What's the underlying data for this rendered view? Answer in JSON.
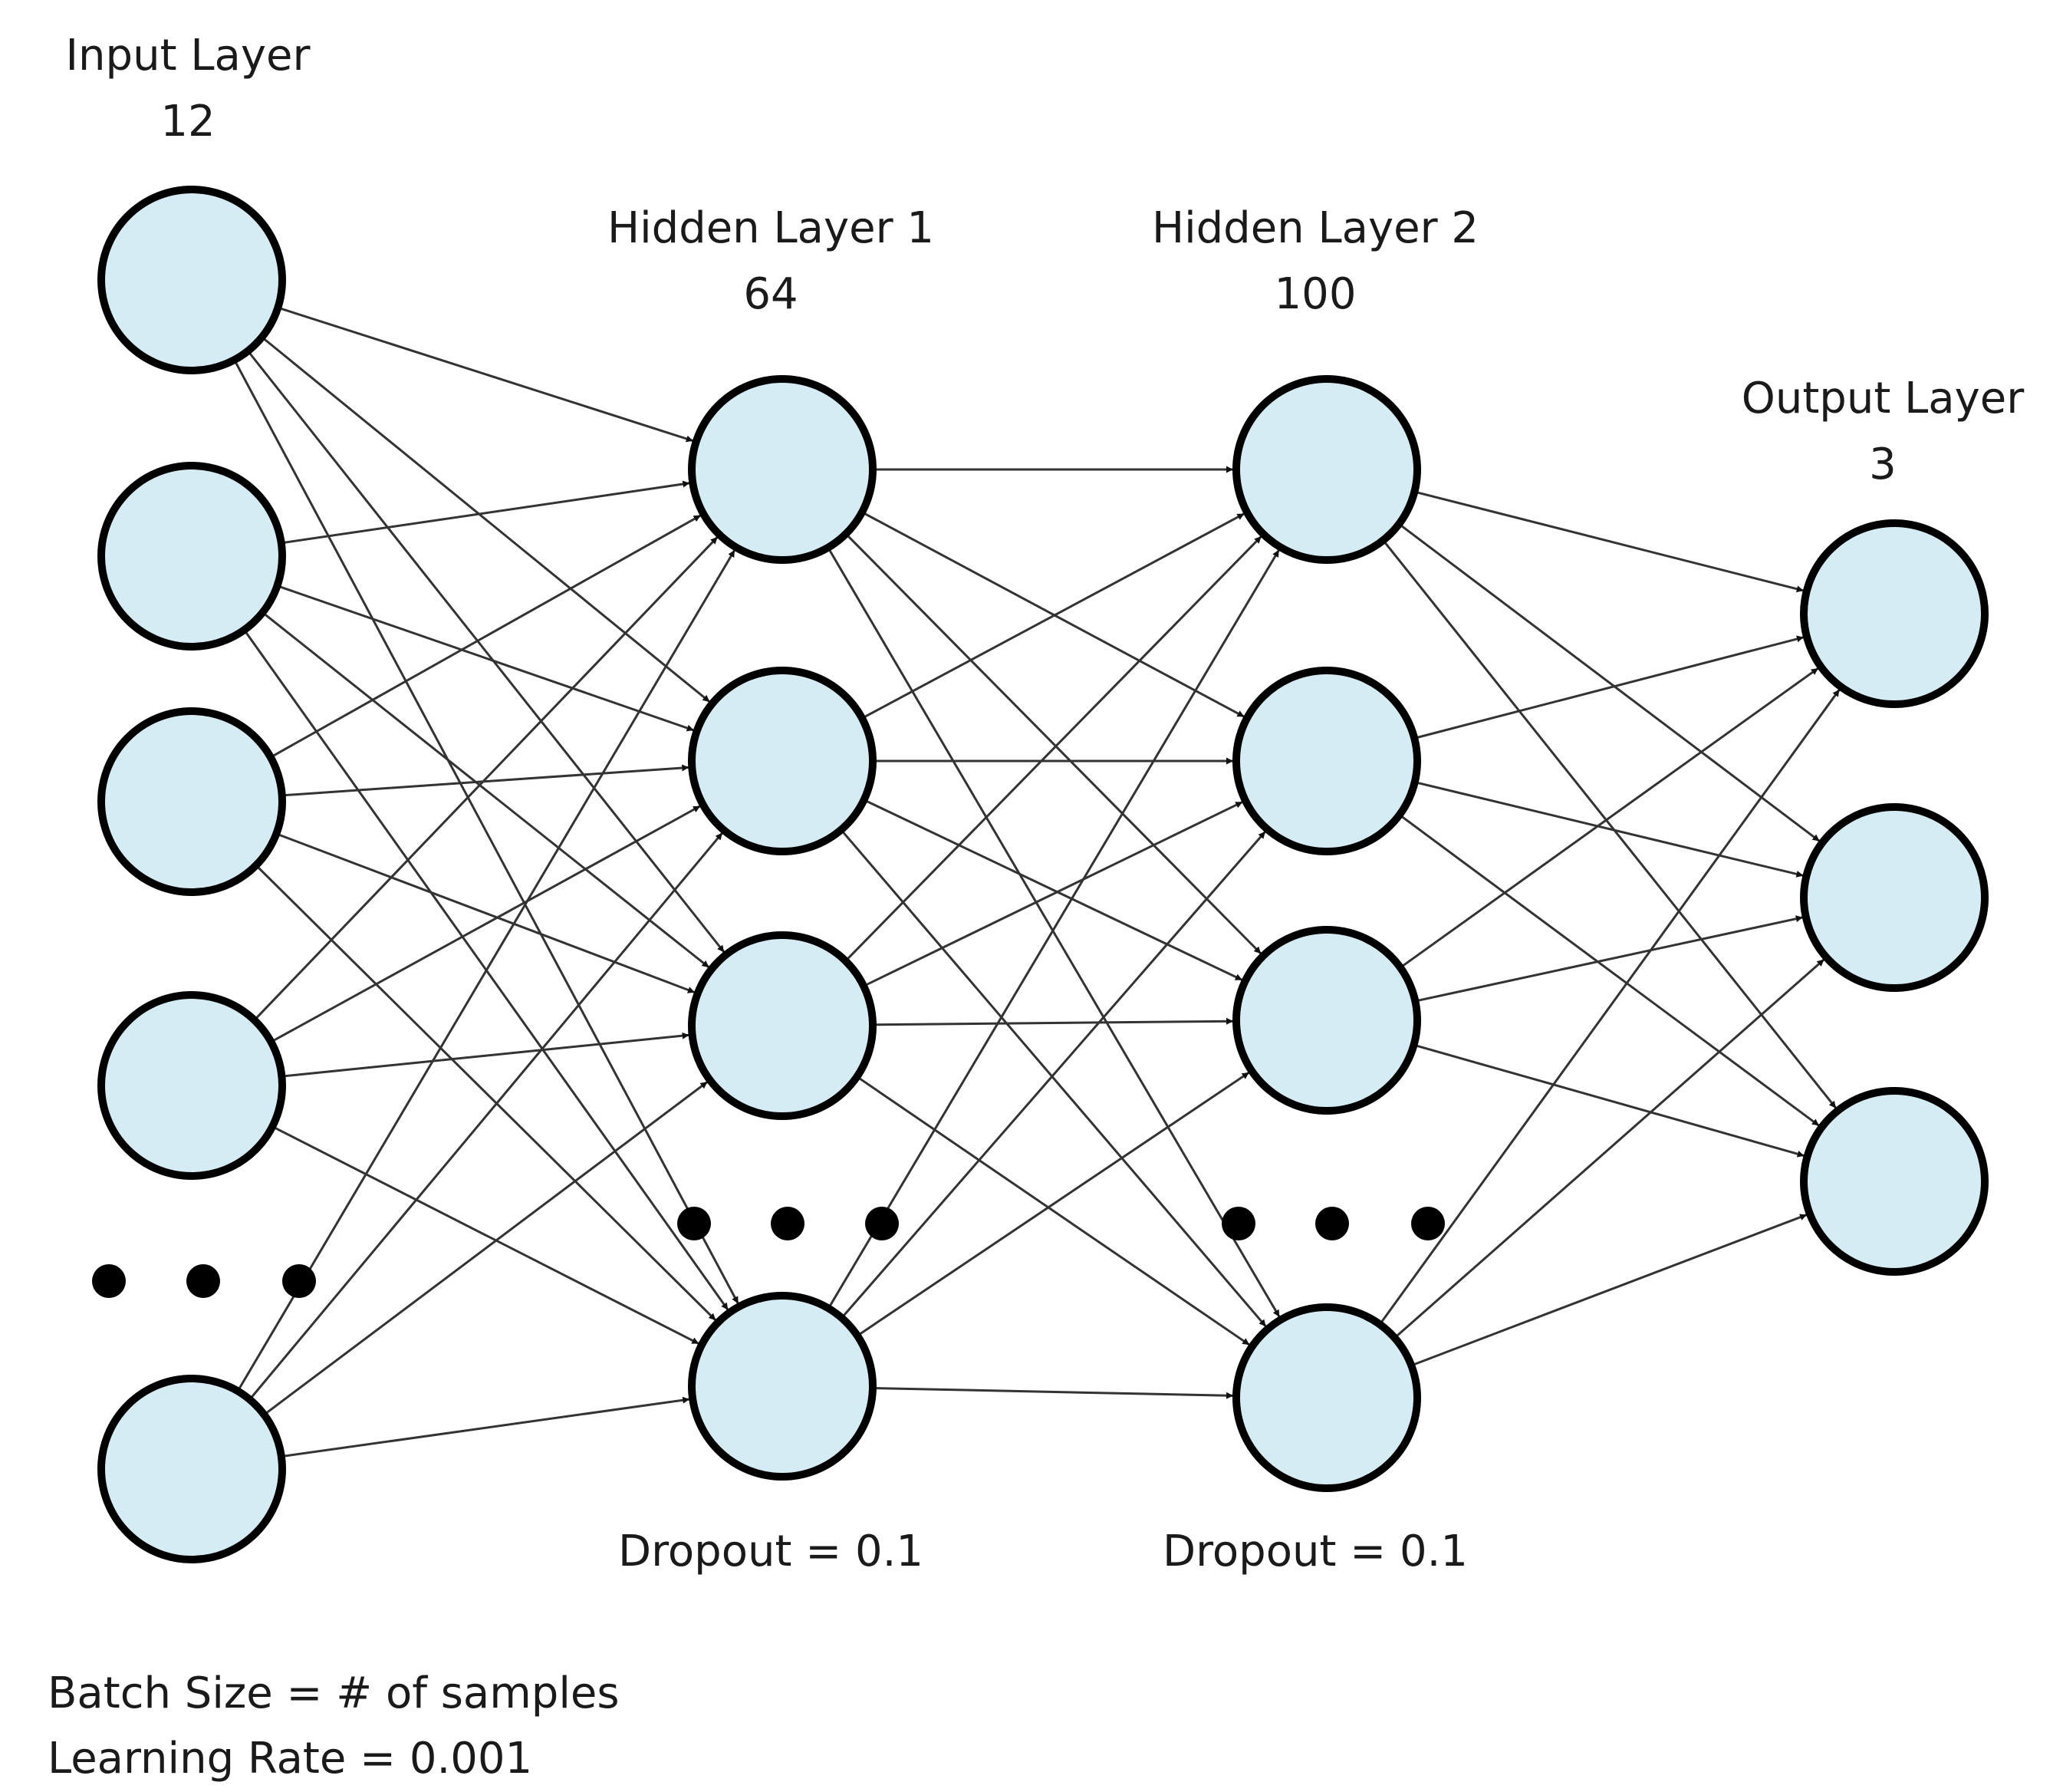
{
  "layers": [
    {
      "name": "Input Layer",
      "size": "12"
    },
    {
      "name": "Hidden Layer 1",
      "size": "64",
      "dropout": "Dropout = 0.1"
    },
    {
      "name": "Hidden Layer 2",
      "size": "100",
      "dropout": "Dropout = 0.1"
    },
    {
      "name": "Output Layer",
      "size": "3"
    }
  ],
  "notes": {
    "batch_size": "Batch Size = # of samples",
    "learning_rate": "Learning Rate = 0.001"
  },
  "colors": {
    "node_fill": "#d6ecf4",
    "node_stroke": "#000000",
    "edge": "#333333",
    "text": "#1a1a1a"
  }
}
